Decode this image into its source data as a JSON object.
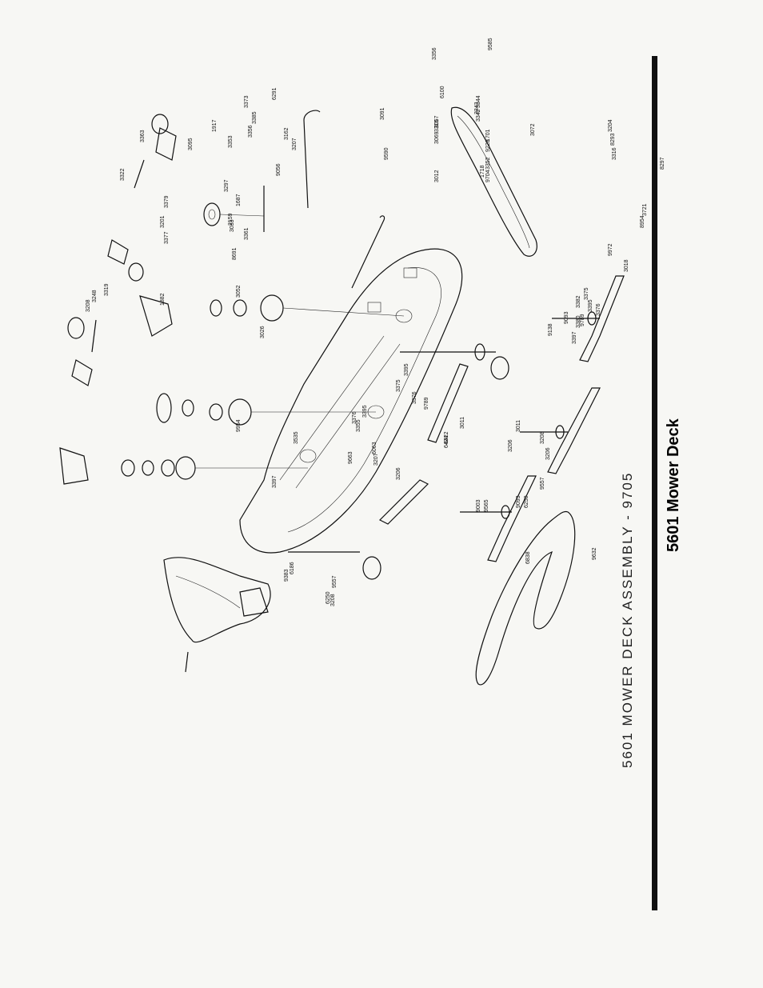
{
  "titles": {
    "assembly": "5601 MOWER DECK ASSEMBLY - 9705",
    "page_heading": "5601 Mower Deck"
  },
  "part_labels": [
    "3072",
    "3204",
    "8293",
    "3316",
    "8297",
    "3721",
    "8954",
    "3018",
    "9972",
    "9585",
    "3356",
    "3344",
    "3343",
    "3342",
    "1701",
    "9228",
    "3352",
    "9704",
    "6100",
    "1718",
    "9590",
    "3091",
    "3316",
    "3057",
    "3069",
    "3012",
    "3162",
    "3207",
    "6291",
    "3373",
    "3385",
    "3356",
    "9056",
    "1917",
    "3353",
    "3095",
    "3363",
    "3322",
    "3319",
    "3248",
    "3208",
    "1882",
    "3379",
    "3201",
    "3377",
    "2159",
    "3297",
    "1687",
    "3033",
    "8691",
    "3361",
    "3052",
    "3026",
    "9954",
    "3535",
    "6063",
    "3397",
    "6186",
    "9383",
    "6250",
    "3208",
    "9557",
    "9632",
    "6838",
    "3011",
    "3206",
    "9565",
    "9663",
    "3395",
    "3376",
    "3355",
    "8422",
    "9138",
    "3397",
    "9093",
    "3380",
    "3375",
    "3382",
    "3395",
    "3376",
    "9789",
    "3395",
    "3376",
    "9789",
    "3375",
    "3206",
    "3207",
    "6424",
    "3011",
    "3208",
    "3206",
    "9557",
    "6250",
    "9093",
    "9003"
  ]
}
